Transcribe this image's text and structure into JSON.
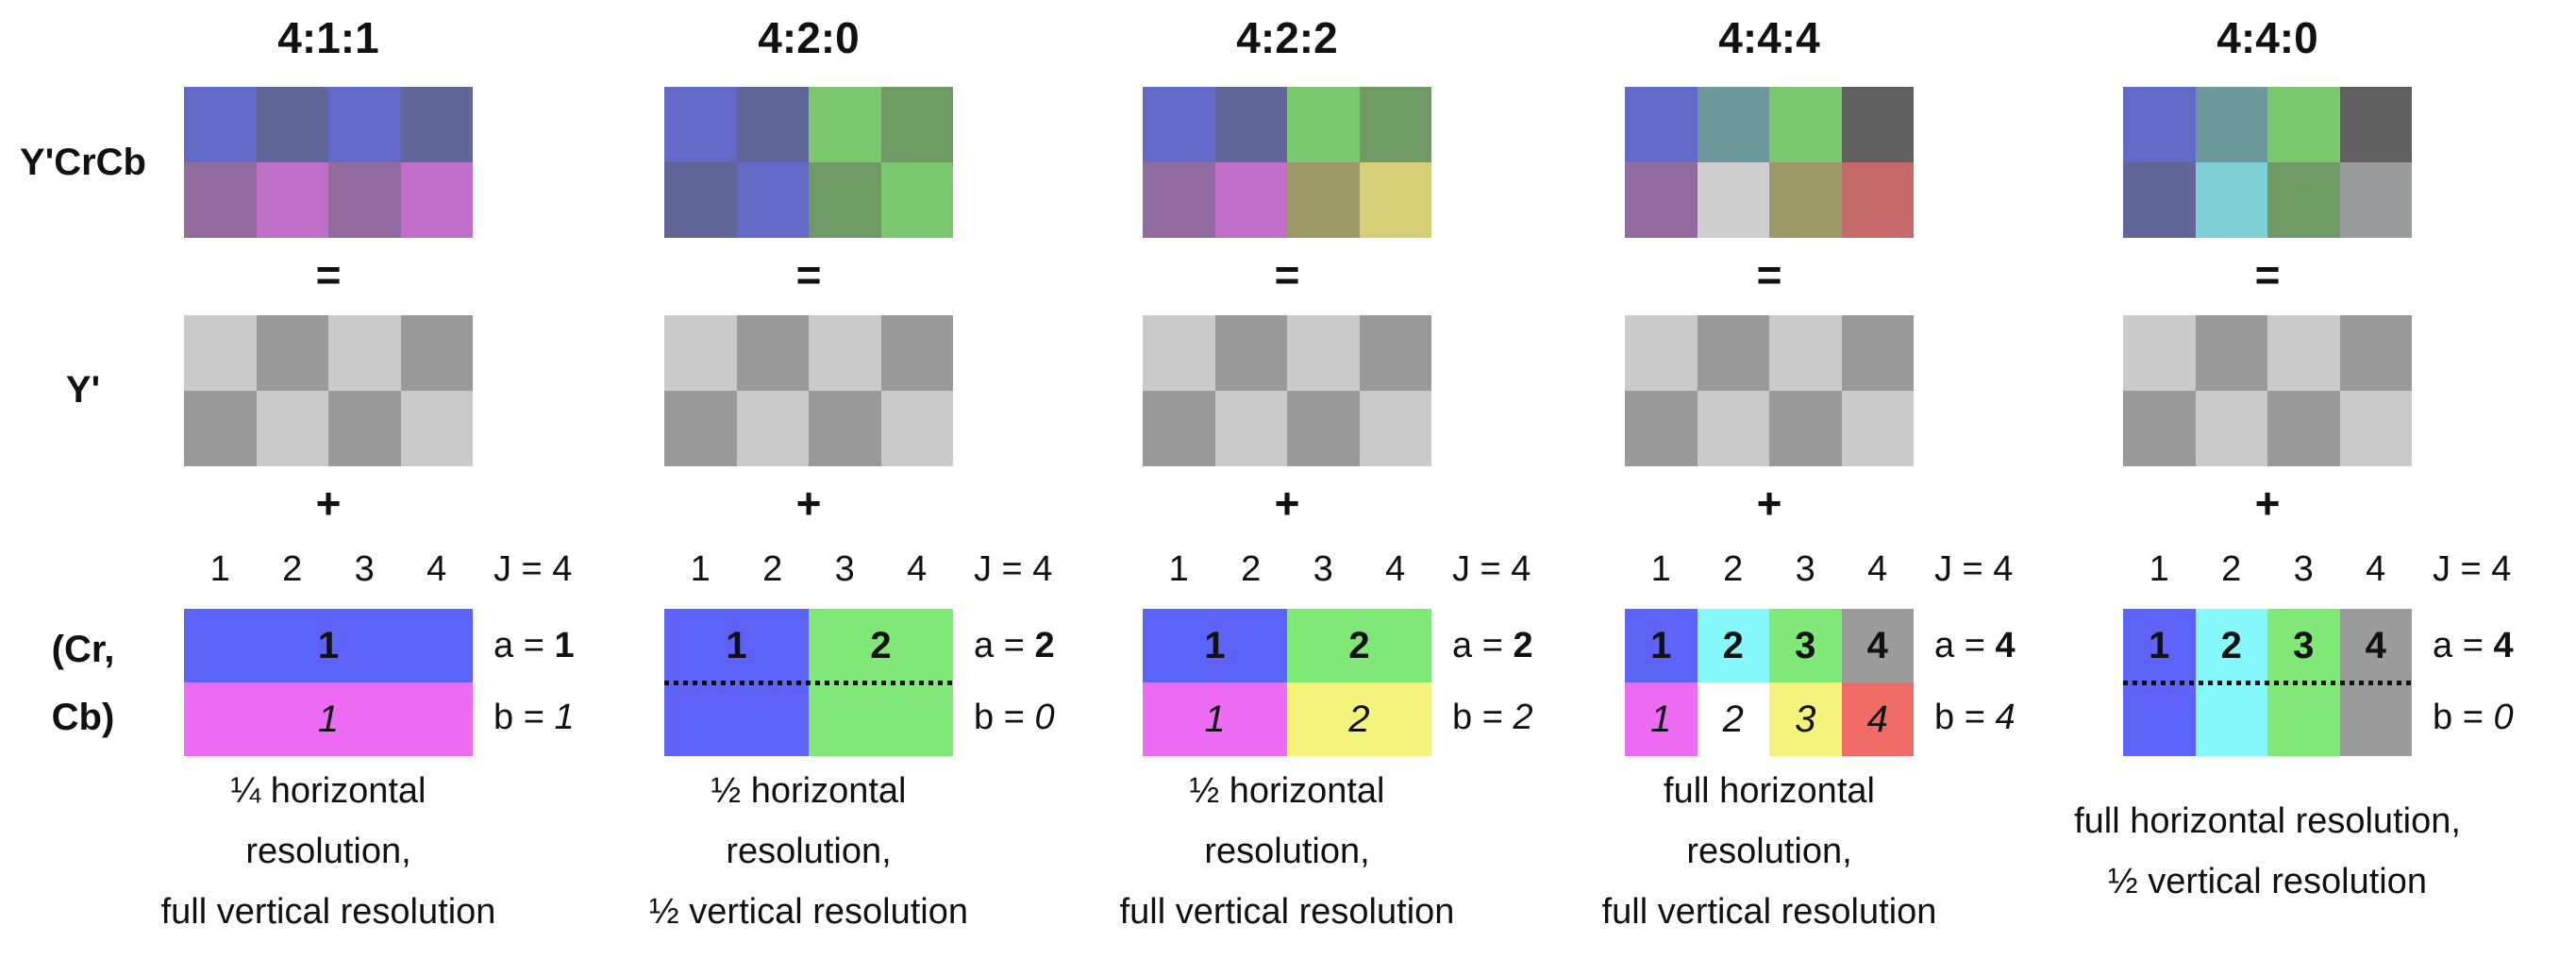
{
  "row_labels": {
    "ycrcb": "Y'CrCb",
    "y_prime": "Y'",
    "cr": "(Cr,",
    "cb": "Cb)"
  },
  "operators": {
    "equals": "=",
    "plus": "+"
  },
  "pixel_index_labels": [
    "1",
    "2",
    "3",
    "4"
  ],
  "j_label": "J = 4",
  "a_prefix": "a = ",
  "b_prefix": "b = ",
  "luma_grid_rows": [
    [
      "#cacaca",
      "#999999",
      "#cacaca",
      "#999999"
    ],
    [
      "#999999",
      "#cacaca",
      "#999999",
      "#cacaca"
    ]
  ],
  "columns": [
    {
      "title": "4:1:1",
      "ycrcb_rows": [
        [
          "#6269c6",
          "#616698",
          "#6269c6",
          "#616698"
        ],
        [
          "#916b9d",
          "#bf6fc8",
          "#916b9d",
          "#bf6fc8"
        ]
      ],
      "chroma": {
        "dotted_mid": false,
        "top_segments": [
          {
            "span": 4,
            "color": "#5c63f6",
            "label": "1"
          }
        ],
        "bottom_segments": [
          {
            "span": 4,
            "color": "#ee6cf4",
            "label": "1"
          }
        ]
      },
      "a_value": "1",
      "b_value": "1",
      "caption_lines": [
        "¼ horizontal",
        "resolution,",
        "full vertical resolution"
      ]
    },
    {
      "title": "4:2:0",
      "ycrcb_rows": [
        [
          "#6269c6",
          "#616698",
          "#7cc86e",
          "#6f9a66"
        ],
        [
          "#616698",
          "#6269c6",
          "#6f9a66",
          "#7cc86e"
        ]
      ],
      "chroma": {
        "dotted_mid": true,
        "top_segments": [
          {
            "span": 2,
            "color": "#5c63f6",
            "label": "1"
          },
          {
            "span": 2,
            "color": "#7fe877",
            "label": "2"
          }
        ],
        "bottom_segments": [
          {
            "span": 2,
            "color": "#5c63f6",
            "label": ""
          },
          {
            "span": 2,
            "color": "#7fe877",
            "label": ""
          }
        ]
      },
      "a_value": "2",
      "b_value": "0",
      "caption_lines": [
        "½ horizontal",
        "resolution,",
        "½ vertical resolution"
      ]
    },
    {
      "title": "4:2:2",
      "ycrcb_rows": [
        [
          "#6269c6",
          "#616698",
          "#7cc86e",
          "#6f9a66"
        ],
        [
          "#916b9d",
          "#bf6fc8",
          "#9c9868",
          "#d6cf77"
        ]
      ],
      "chroma": {
        "dotted_mid": false,
        "top_segments": [
          {
            "span": 2,
            "color": "#5c63f6",
            "label": "1"
          },
          {
            "span": 2,
            "color": "#7fe877",
            "label": "2"
          }
        ],
        "bottom_segments": [
          {
            "span": 2,
            "color": "#ee6cf4",
            "label": "1"
          },
          {
            "span": 2,
            "color": "#f6f37d",
            "label": "2"
          }
        ]
      },
      "a_value": "2",
      "b_value": "2",
      "caption_lines": [
        "½ horizontal",
        "resolution,",
        "full vertical resolution"
      ]
    },
    {
      "title": "4:4:4",
      "ycrcb_rows": [
        [
          "#6269c6",
          "#6d999c",
          "#7cc86e",
          "#606060"
        ],
        [
          "#916b9d",
          "#cfcfcf",
          "#9c9868",
          "#c66969"
        ]
      ],
      "chroma": {
        "dotted_mid": false,
        "top_segments": [
          {
            "span": 1,
            "color": "#5c63f6",
            "label": "1"
          },
          {
            "span": 1,
            "color": "#85f8fa",
            "label": "2"
          },
          {
            "span": 1,
            "color": "#7fe877",
            "label": "3"
          },
          {
            "span": 1,
            "color": "#9b9b9b",
            "label": "4"
          }
        ],
        "bottom_segments": [
          {
            "span": 1,
            "color": "#ee6cf4",
            "label": "1"
          },
          {
            "span": 1,
            "color": "#ffffff",
            "label": "2"
          },
          {
            "span": 1,
            "color": "#f6f37d",
            "label": "3"
          },
          {
            "span": 1,
            "color": "#f06b66",
            "label": "4"
          }
        ]
      },
      "a_value": "4",
      "b_value": "4",
      "caption_lines": [
        "full horizontal",
        "resolution,",
        "full vertical resolution"
      ]
    },
    {
      "title": "4:4:0",
      "ycrcb_rows": [
        [
          "#6269c6",
          "#6d999c",
          "#7cc86e",
          "#606060"
        ],
        [
          "#616698",
          "#7fd0d4",
          "#6f9a66",
          "#9a9b9c"
        ]
      ],
      "chroma": {
        "dotted_mid": true,
        "top_segments": [
          {
            "span": 1,
            "color": "#5c63f6",
            "label": "1"
          },
          {
            "span": 1,
            "color": "#85f8fa",
            "label": "2"
          },
          {
            "span": 1,
            "color": "#7fe877",
            "label": "3"
          },
          {
            "span": 1,
            "color": "#9b9b9b",
            "label": "4"
          }
        ],
        "bottom_segments": [
          {
            "span": 1,
            "color": "#5c63f6",
            "label": ""
          },
          {
            "span": 1,
            "color": "#85f8fa",
            "label": ""
          },
          {
            "span": 1,
            "color": "#7fe877",
            "label": ""
          },
          {
            "span": 1,
            "color": "#9b9b9b",
            "label": ""
          }
        ]
      },
      "a_value": "4",
      "b_value": "0",
      "caption_lines": [
        "full horizontal resolution,",
        "½ vertical resolution"
      ]
    }
  ]
}
